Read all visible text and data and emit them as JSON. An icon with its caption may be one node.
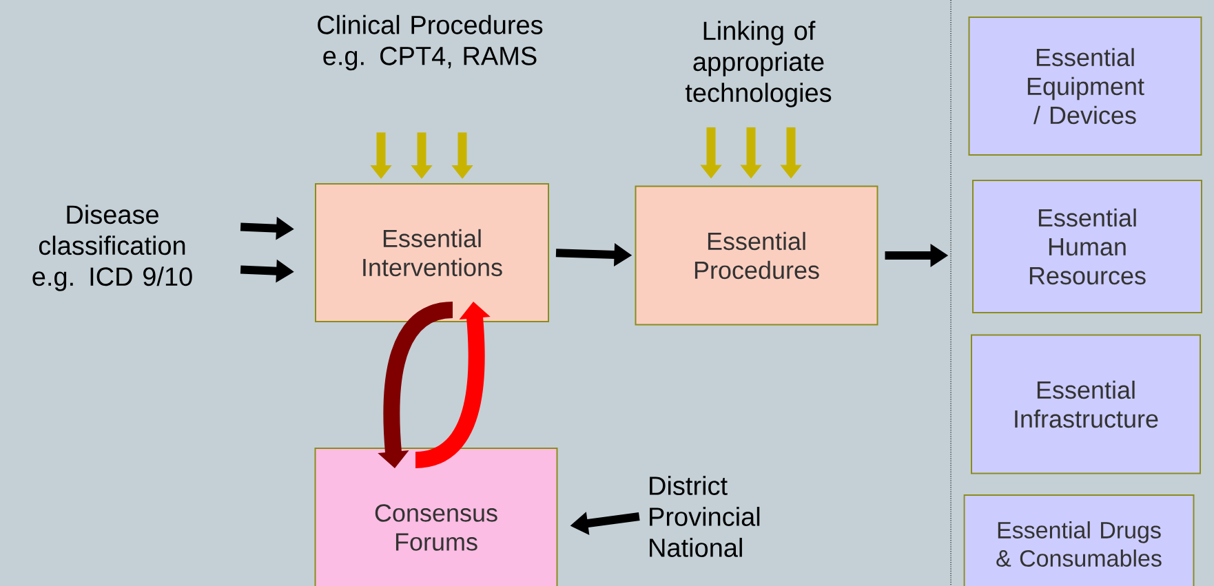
{
  "diagram": {
    "nodes": [
      {
        "text": [
          "Clinical Procedures e.g. CPT4, RAMS"
        ]
      },
      {
        "text": [
          "Linking of appropriate technologies"
        ]
      },
      {
        "text": [
          "Disease classification e.g. ICD 9/10"
        ]
      },
      {
        "text": [
          "Essential Interventions"
        ]
      },
      {
        "text": [
          "Essential Procedures"
        ]
      },
      {
        "text": [
          "Essential Equipment / Devices"
        ]
      },
      {
        "text": [
          "Essential Human Resources"
        ]
      },
      {
        "text": [
          "Essential Infrastructure"
        ]
      },
      {
        "text": [
          "Essential Drugs & Consumables"
        ]
      },
      {
        "text": [
          "Consensus Forums"
        ]
      },
      {
        "text": [
          "District Provincial National"
        ]
      }
    ],
    "edges": [
      {
        "from": 2,
        "to": 3,
        "arrow": "to",
        "color": "#000000"
      },
      {
        "from": 2,
        "to": 3,
        "arrow": "to",
        "color": "#000000"
      },
      {
        "from": 0,
        "to": 3,
        "arrow": "to"
      },
      {
        "from": 0,
        "to": 3,
        "arrow": "to"
      },
      {
        "from": 0,
        "to": 3,
        "arrow": "to"
      },
      {
        "from": 1,
        "to": 4,
        "arrow": "to"
      },
      {
        "from": 1,
        "to": 4,
        "arrow": "to"
      },
      {
        "from": 1,
        "to": 4,
        "arrow": "to"
      },
      {
        "from": 3,
        "to": 4,
        "arrow": "to",
        "color": "#000000"
      },
      {
        "from": 4,
        "to": null,
        "arrow": "to",
        "color": "#000000"
      },
      {
        "from": 3,
        "to": 9,
        "arrow": "to",
        "style": "thick",
        "color": "#800000"
      },
      {
        "from": 9,
        "to": 3,
        "arrow": "to",
        "style": "thick",
        "color": "#ff0000"
      },
      {
        "from": 10,
        "to": 9,
        "arrow": "to",
        "color": "#000000"
      }
    ]
  }
}
